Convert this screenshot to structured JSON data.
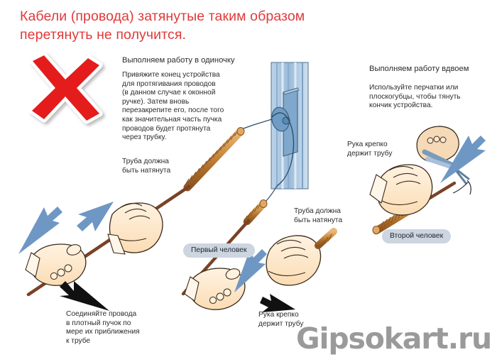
{
  "title": "Кабели (провода) затянутые таким образом\nперетянуть не получится.",
  "colors": {
    "title_red": "#e03a3a",
    "x_mark_red": "#e41f1f",
    "arrow_blue": "#6e97c4",
    "pill_bg": "#ccd5e0",
    "rod_orange": "#c98a3c",
    "rod_brown": "#7a4a2a",
    "skin": "#ffe9cf",
    "window_blue": "#9fc0dd",
    "text_dark": "#2b2b2b",
    "watermark_gray": "#9a9a9a"
  },
  "sections": {
    "solo": {
      "heading": "Выполняем работу в одиночку",
      "body": "Привяжите конец устройства\nдля протягивания проводов\n(в данном случае к оконной\nручке). Затем вновь\nперезакрепите его, после того\nкак значительная часть пучка\nпроводов будет протянута\nчерез трубку."
    },
    "pair": {
      "heading": "Выполняем работу вдвоем",
      "body": "Используйте перчатки или\nплоскогубцы, чтобы тянуть\nкончик устройства."
    }
  },
  "labels": {
    "pipe_taut_left": "Труба должна\nбыть натянута",
    "pipe_taut_middle": "Труба должна\nбыть натянута",
    "hand_holds_right": "Рука крепко\nдержит трубу",
    "hand_holds_bottom": "Рука крепко\nдержит трубу",
    "bundle_wires": "Соединяйте провода\nв плотный пучок по\nмере их приближения\nк трубе",
    "person_one": "Первый человек",
    "person_two": "Второй человек"
  },
  "icons": {
    "x_mark": "x-mark-icon",
    "window": "window-frame-icon",
    "pliers": "pliers-icon"
  },
  "watermark": "Gipsokart.ru"
}
